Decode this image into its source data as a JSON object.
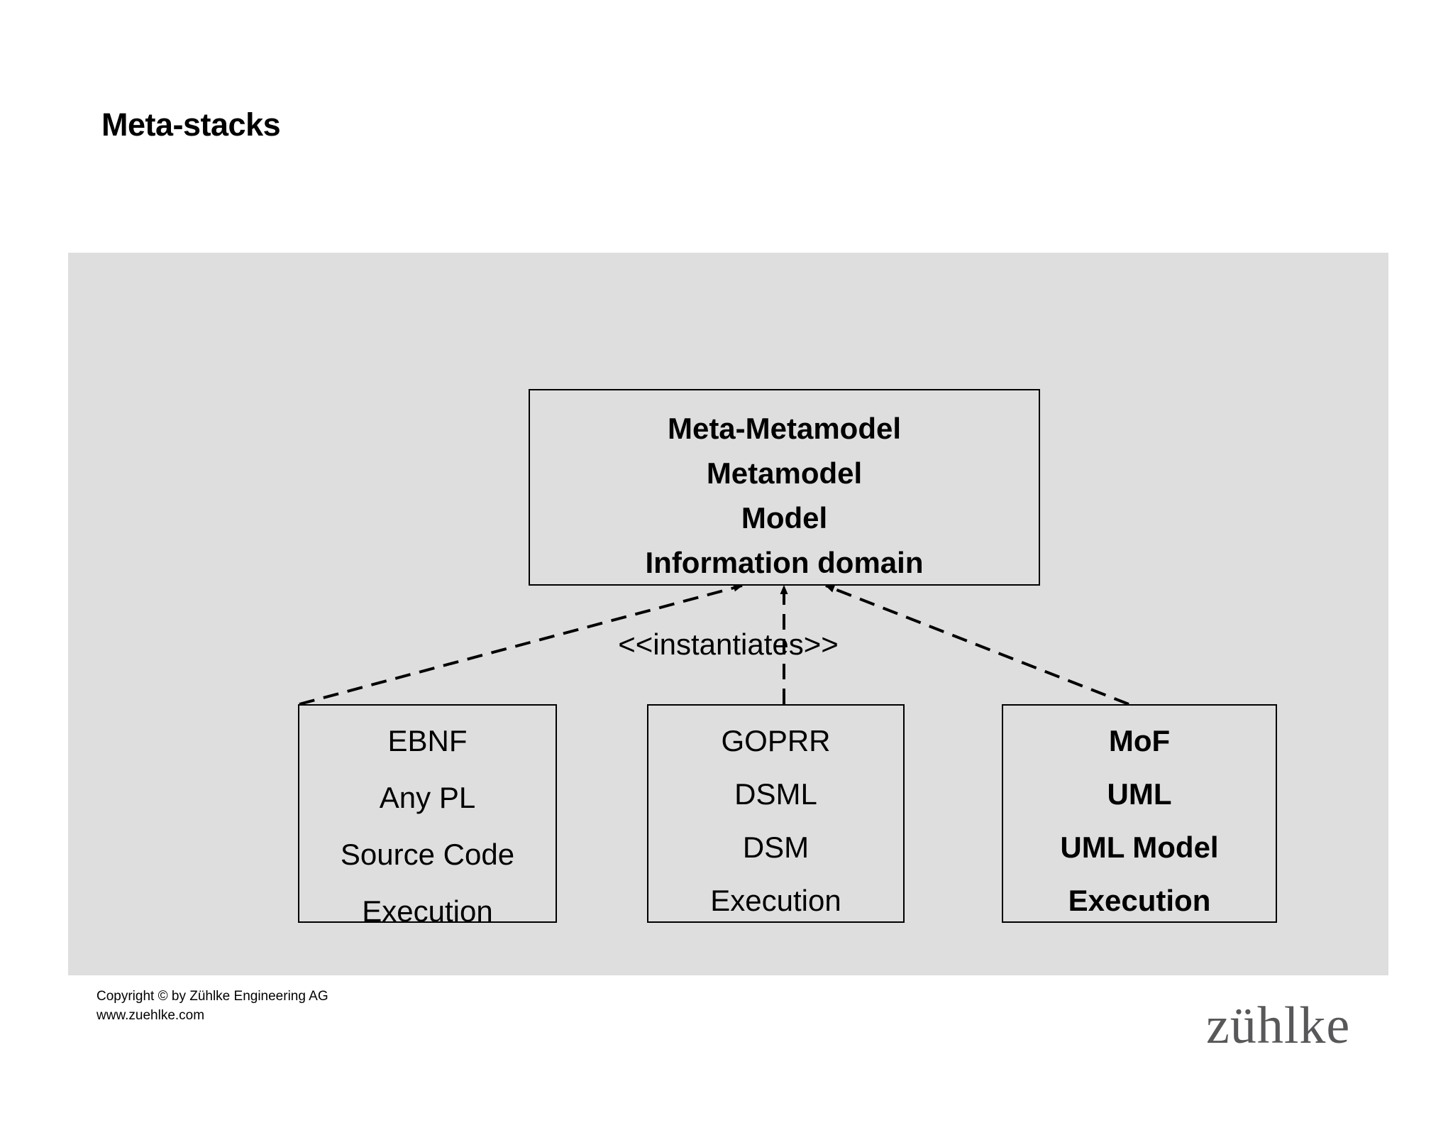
{
  "slide": {
    "title": "Meta-stacks"
  },
  "diagram": {
    "stereotype_label": "<<instantiates>>",
    "meta_box": {
      "lines": [
        "Meta-Metamodel",
        "Metamodel",
        "Model",
        "Information domain"
      ]
    },
    "stacks": [
      {
        "id": "ebnf",
        "lines": [
          "EBNF",
          "Any PL",
          "Source Code",
          "Execution"
        ]
      },
      {
        "id": "goprr",
        "lines": [
          "GOPRR",
          "DSML",
          "DSM",
          "Execution"
        ]
      },
      {
        "id": "mof",
        "lines": [
          "MoF",
          "UML",
          "UML Model",
          "Execution"
        ]
      }
    ]
  },
  "footer": {
    "copyright": "Copyright ©  by Zühlke Engineering AG",
    "website": "www.zuehlke.com",
    "logo_text": "zühlke"
  },
  "colors": {
    "panel_background": "#dedede",
    "box_border": "#000000",
    "text": "#000000",
    "logo": "#58585a",
    "page_background": "#ffffff"
  }
}
